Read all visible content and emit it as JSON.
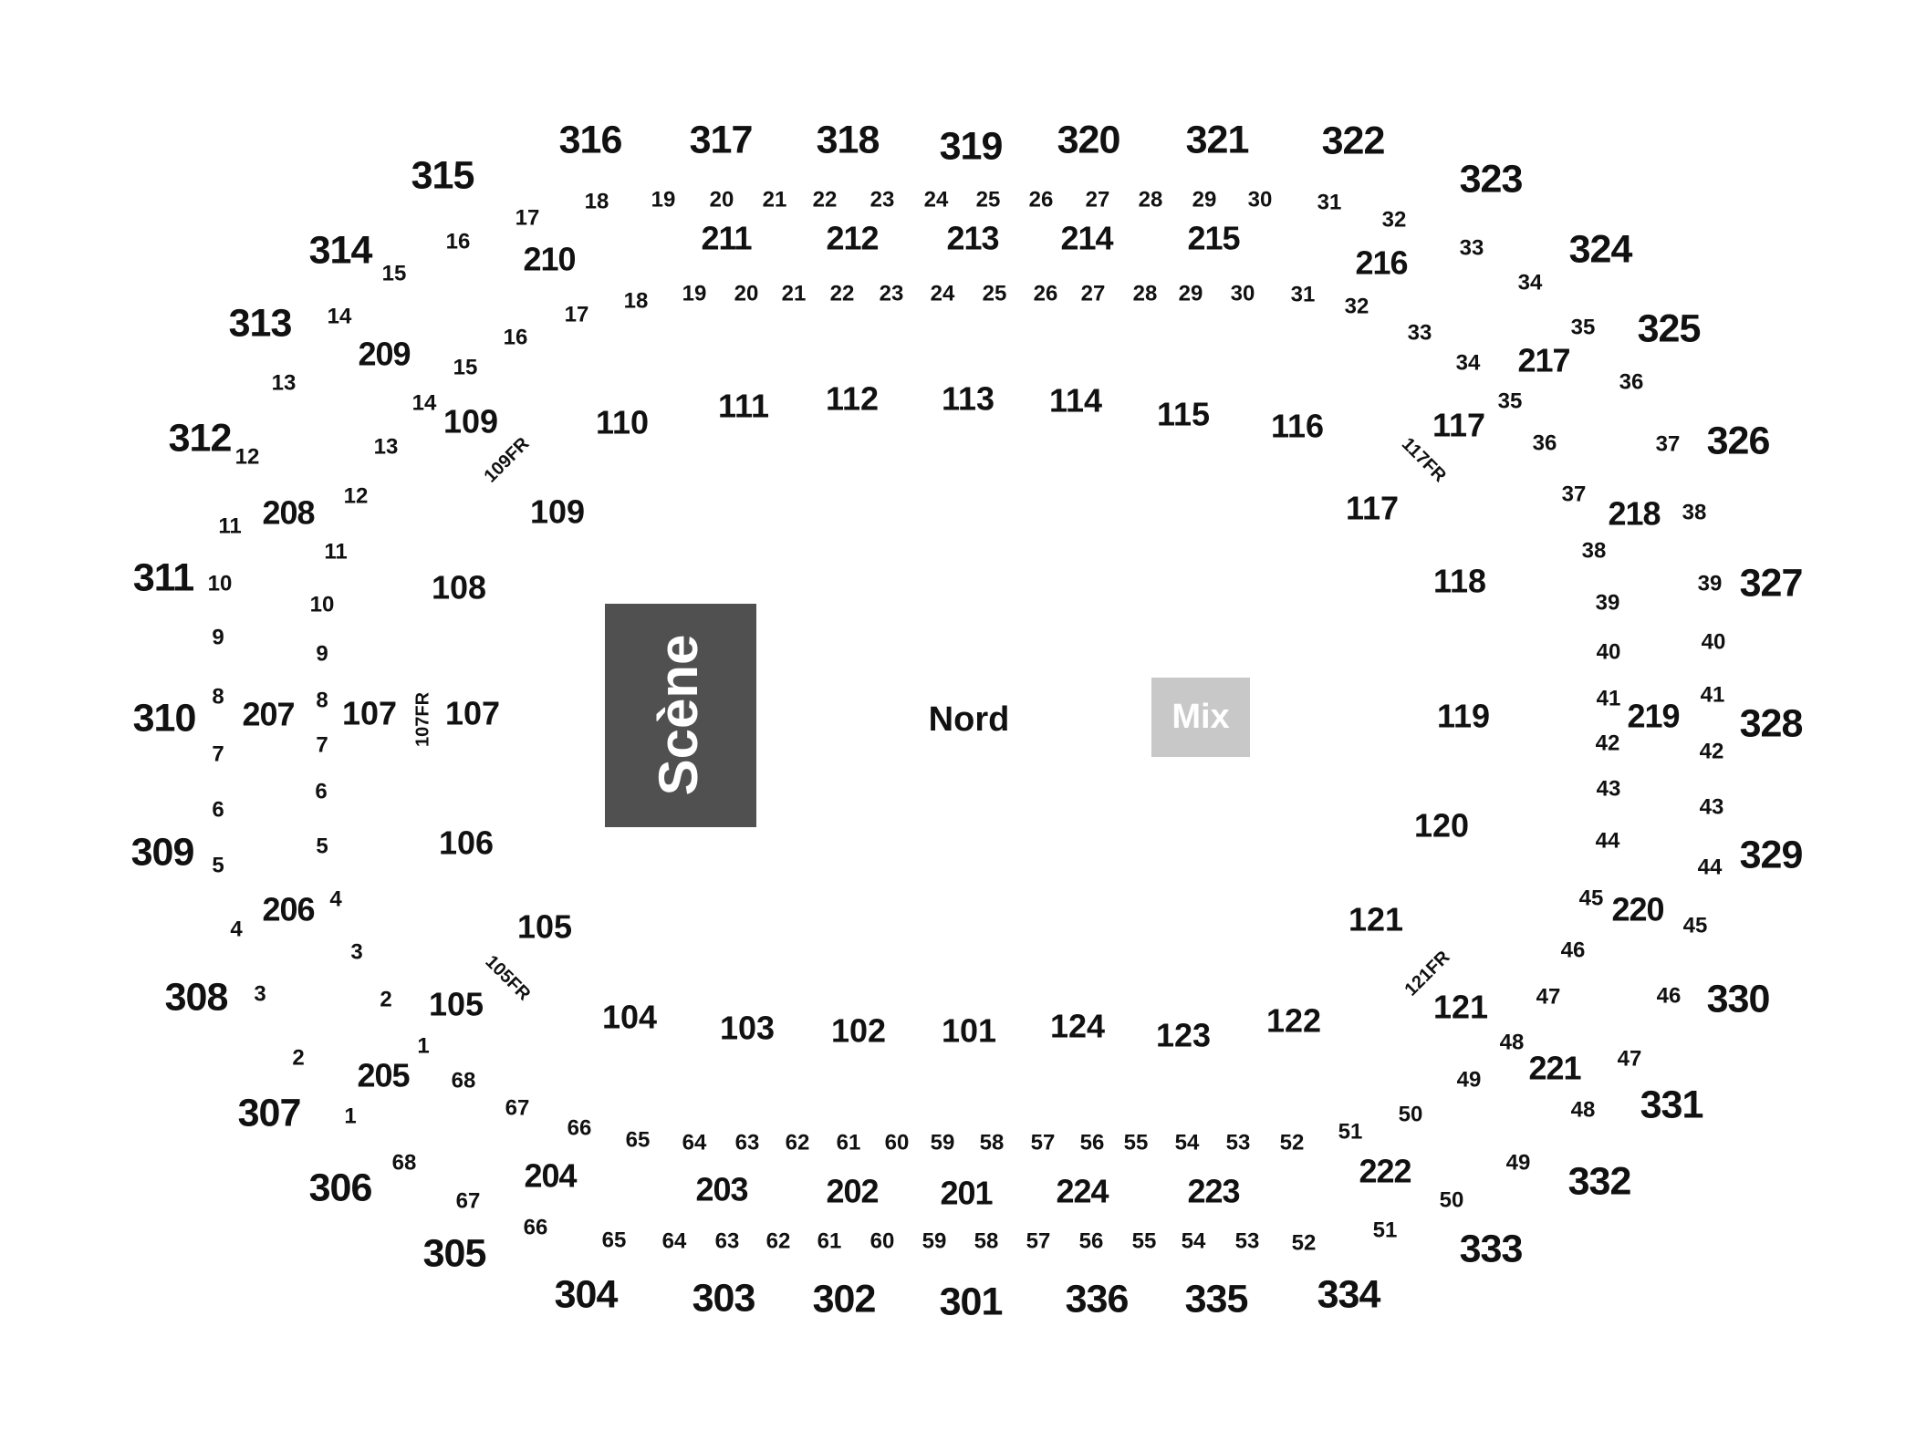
{
  "stage": {
    "label": "Scène",
    "color": "#505050"
  },
  "mix": {
    "label": "Mix",
    "color": "#c8c8c8"
  },
  "floor": {
    "label": "Nord"
  },
  "sections_300": [
    "301",
    "302",
    "303",
    "304",
    "305",
    "306",
    "307",
    "308",
    "309",
    "310",
    "311",
    "312",
    "313",
    "314",
    "315",
    "316",
    "317",
    "318",
    "319",
    "320",
    "321",
    "322",
    "323",
    "324",
    "325",
    "326",
    "327",
    "328",
    "329",
    "330",
    "331",
    "332",
    "333",
    "334",
    "335",
    "336"
  ],
  "sections_200": [
    "201",
    "202",
    "203",
    "204",
    "205",
    "206",
    "207",
    "208",
    "209",
    "210",
    "211",
    "212",
    "213",
    "214",
    "215",
    "216",
    "217",
    "218",
    "219",
    "220",
    "221",
    "222",
    "223",
    "224"
  ],
  "sections_100": [
    "101",
    "102",
    "103",
    "104",
    "105",
    "105",
    "106",
    "107",
    "107",
    "108",
    "109",
    "109",
    "110",
    "111",
    "112",
    "113",
    "114",
    "115",
    "116",
    "117",
    "117",
    "118",
    "119",
    "120",
    "121",
    "121",
    "122",
    "123",
    "124"
  ],
  "fr_labels": [
    "109FR",
    "107FR",
    "105FR",
    "117FR",
    "121FR"
  ],
  "rows_outer": [
    "17",
    "18",
    "19",
    "20",
    "21",
    "22",
    "23",
    "24",
    "25",
    "26",
    "27",
    "28",
    "29",
    "30",
    "31",
    "32",
    "33",
    "34",
    "35",
    "36",
    "37",
    "38",
    "39",
    "40",
    "41",
    "42",
    "43",
    "44",
    "45",
    "46",
    "47",
    "48",
    "49",
    "50",
    "51",
    "52",
    "53",
    "54",
    "55",
    "56",
    "57",
    "58",
    "59",
    "60",
    "61",
    "62",
    "63",
    "64",
    "65",
    "66",
    "67",
    "68",
    "1",
    "2",
    "3",
    "4",
    "5",
    "6",
    "7",
    "8",
    "9",
    "10",
    "11",
    "12",
    "13",
    "14",
    "15",
    "16"
  ],
  "rows_inner": [
    "17",
    "18",
    "19",
    "20",
    "21",
    "22",
    "23",
    "24",
    "25",
    "26",
    "27",
    "28",
    "29",
    "30",
    "31",
    "32",
    "33",
    "34",
    "35",
    "36",
    "37",
    "38",
    "39",
    "40",
    "41",
    "42",
    "43",
    "44",
    "45",
    "46",
    "47",
    "48",
    "49",
    "50",
    "51",
    "52",
    "53",
    "54",
    "55",
    "56",
    "57",
    "58",
    "59",
    "60",
    "61",
    "62",
    "63",
    "64",
    "65",
    "66",
    "67",
    "68",
    "1",
    "2",
    "3",
    "4",
    "5",
    "6",
    "7",
    "8",
    "9",
    "10",
    "11",
    "12",
    "13",
    "14",
    "15",
    "16"
  ]
}
